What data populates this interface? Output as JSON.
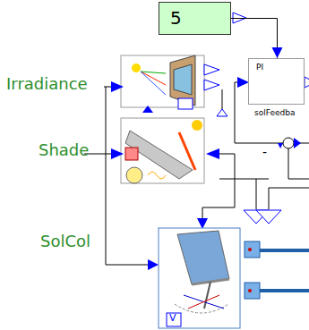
{
  "diagram": {
    "nodes": [
      {
        "text": [
          "5"
        ]
      },
      {
        "text": [
          "PI",
          "solFeedba"
        ]
      }
    ],
    "edges": [
      {
        "from": 0,
        "to": 1,
        "arrow": "to"
      }
    ],
    "labels": [
      "Irradiance",
      "Shade",
      "SolCol",
      "-",
      "V"
    ]
  }
}
